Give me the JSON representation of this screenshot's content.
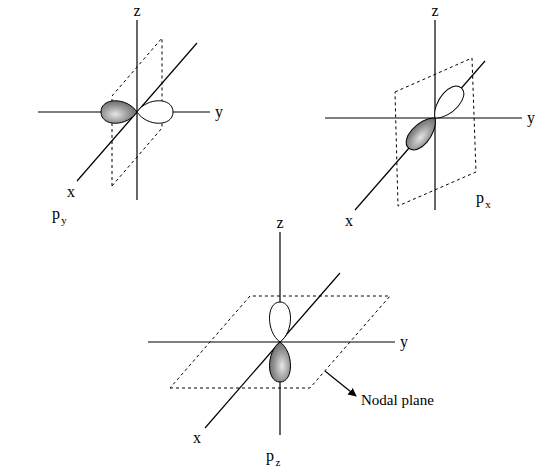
{
  "diagram": {
    "labels": [
      "z",
      "y",
      "x",
      "p",
      "y",
      "z",
      "y",
      "x",
      "p",
      "x",
      "z",
      "y",
      "x",
      "Nodal plane",
      "p",
      "z"
    ]
  }
}
